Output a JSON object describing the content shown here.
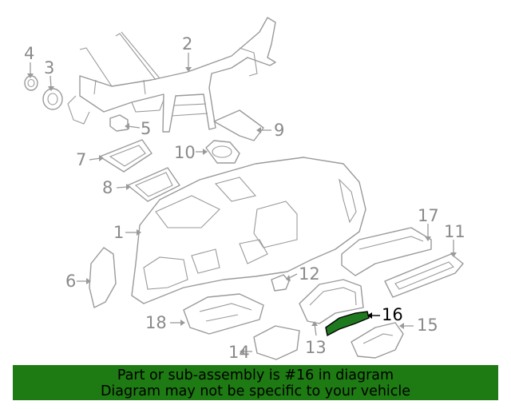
{
  "callouts": {
    "c1": "1",
    "c2": "2",
    "c3": "3",
    "c4": "4",
    "c5": "5",
    "c6": "6",
    "c7": "7",
    "c8": "8",
    "c9": "9",
    "c10": "10",
    "c11": "11",
    "c12": "12",
    "c13": "13",
    "c14": "14",
    "c15": "15",
    "c16": "16",
    "c17": "17",
    "c18": "18"
  },
  "highlighted_part": "16",
  "colors": {
    "banner": "#1e7a12",
    "highlight": "#1f7a1f",
    "line": "#9a9a9a"
  },
  "banner": {
    "line1": "Part or sub-assembly is #16 in diagram",
    "line2": "Diagram may not be specific to your vehicle"
  }
}
